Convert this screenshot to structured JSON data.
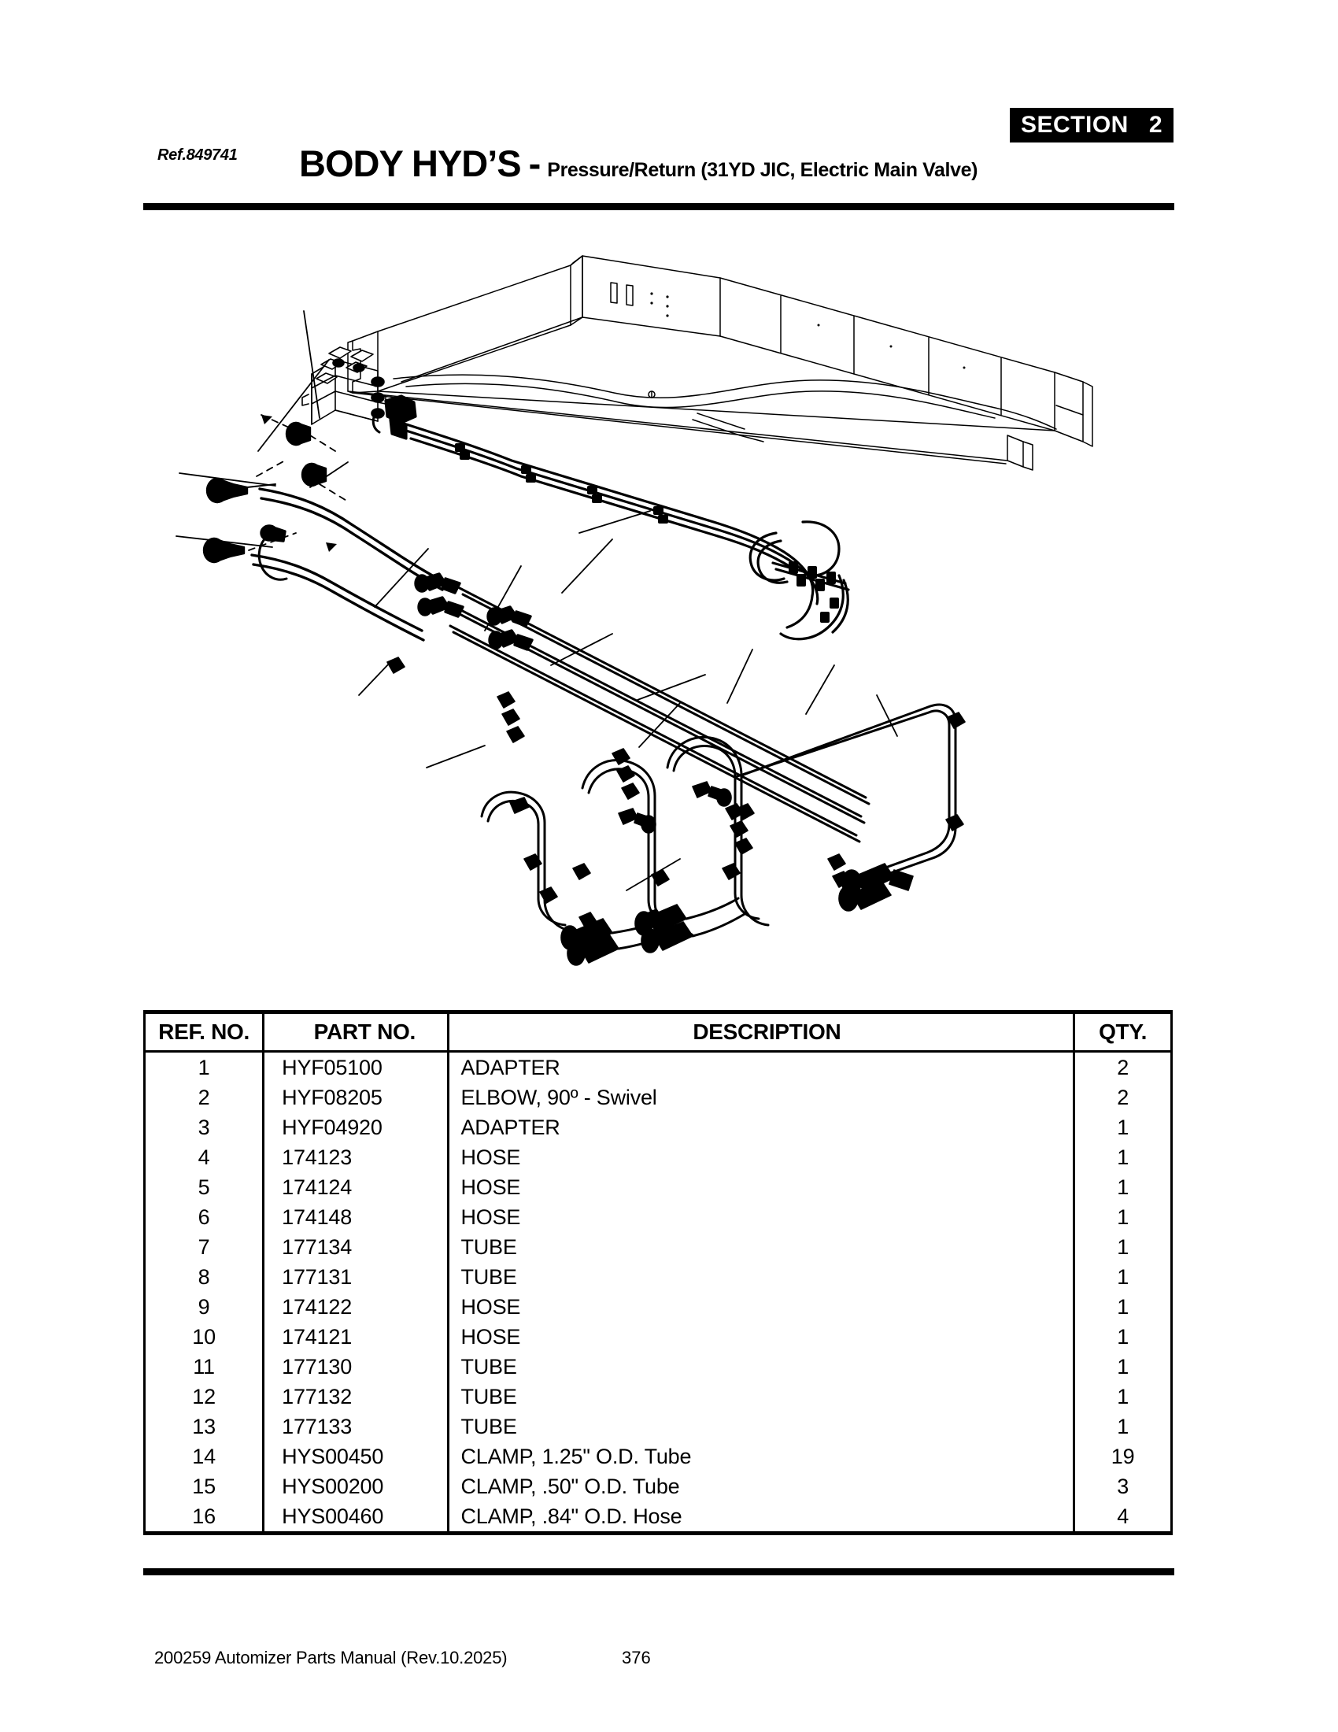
{
  "header": {
    "section_label": "SECTION",
    "section_number": "2",
    "ref_code": "Ref.849741",
    "title_main": "BODY HYD’S",
    "title_dash": "-",
    "title_sub": "Pressure/Return (31YD JIC, Electric Main Valve)"
  },
  "illustration": {
    "caption": "Exploded isometric view of refuse body hydraulic pressure and return lines, main control valve block, tubes, hoses and clamps"
  },
  "table": {
    "columns": [
      "REF. NO.",
      "PART NO.",
      "DESCRIPTION",
      "QTY."
    ],
    "rows": [
      {
        "ref": "1",
        "part": "HYF05100",
        "description": "ADAPTER",
        "qty": "2"
      },
      {
        "ref": "2",
        "part": "HYF08205",
        "description": "ELBOW, 90º - Swivel",
        "qty": "2"
      },
      {
        "ref": "3",
        "part": "HYF04920",
        "description": "ADAPTER",
        "qty": "1"
      },
      {
        "ref": "4",
        "part": "174123",
        "description": "HOSE",
        "qty": "1"
      },
      {
        "ref": "5",
        "part": "174124",
        "description": "HOSE",
        "qty": "1"
      },
      {
        "ref": "6",
        "part": "174148",
        "description": "HOSE",
        "qty": "1"
      },
      {
        "ref": "7",
        "part": "177134",
        "description": "TUBE",
        "qty": "1"
      },
      {
        "ref": "8",
        "part": "177131",
        "description": "TUBE",
        "qty": "1"
      },
      {
        "ref": "9",
        "part": "174122",
        "description": "HOSE",
        "qty": "1"
      },
      {
        "ref": "10",
        "part": "174121",
        "description": "HOSE",
        "qty": "1"
      },
      {
        "ref": "11",
        "part": "177130",
        "description": "TUBE",
        "qty": "1"
      },
      {
        "ref": "12",
        "part": "177132",
        "description": "TUBE",
        "qty": "1"
      },
      {
        "ref": "13",
        "part": "177133",
        "description": "TUBE",
        "qty": "1"
      },
      {
        "ref": "14",
        "part": "HYS00450",
        "description": "CLAMP, 1.25\" O.D. Tube",
        "qty": "19"
      },
      {
        "ref": "15",
        "part": "HYS00200",
        "description": "CLAMP, .50\" O.D. Tube",
        "qty": "3"
      },
      {
        "ref": "16",
        "part": "HYS00460",
        "description": "CLAMP, .84\" O.D. Hose",
        "qty": "4"
      }
    ]
  },
  "footer": {
    "document": "200259 Automizer Parts Manual (Rev.10.2025)",
    "page_number": "376"
  },
  "colors": {
    "ink": "#000000",
    "paper": "#ffffff"
  }
}
